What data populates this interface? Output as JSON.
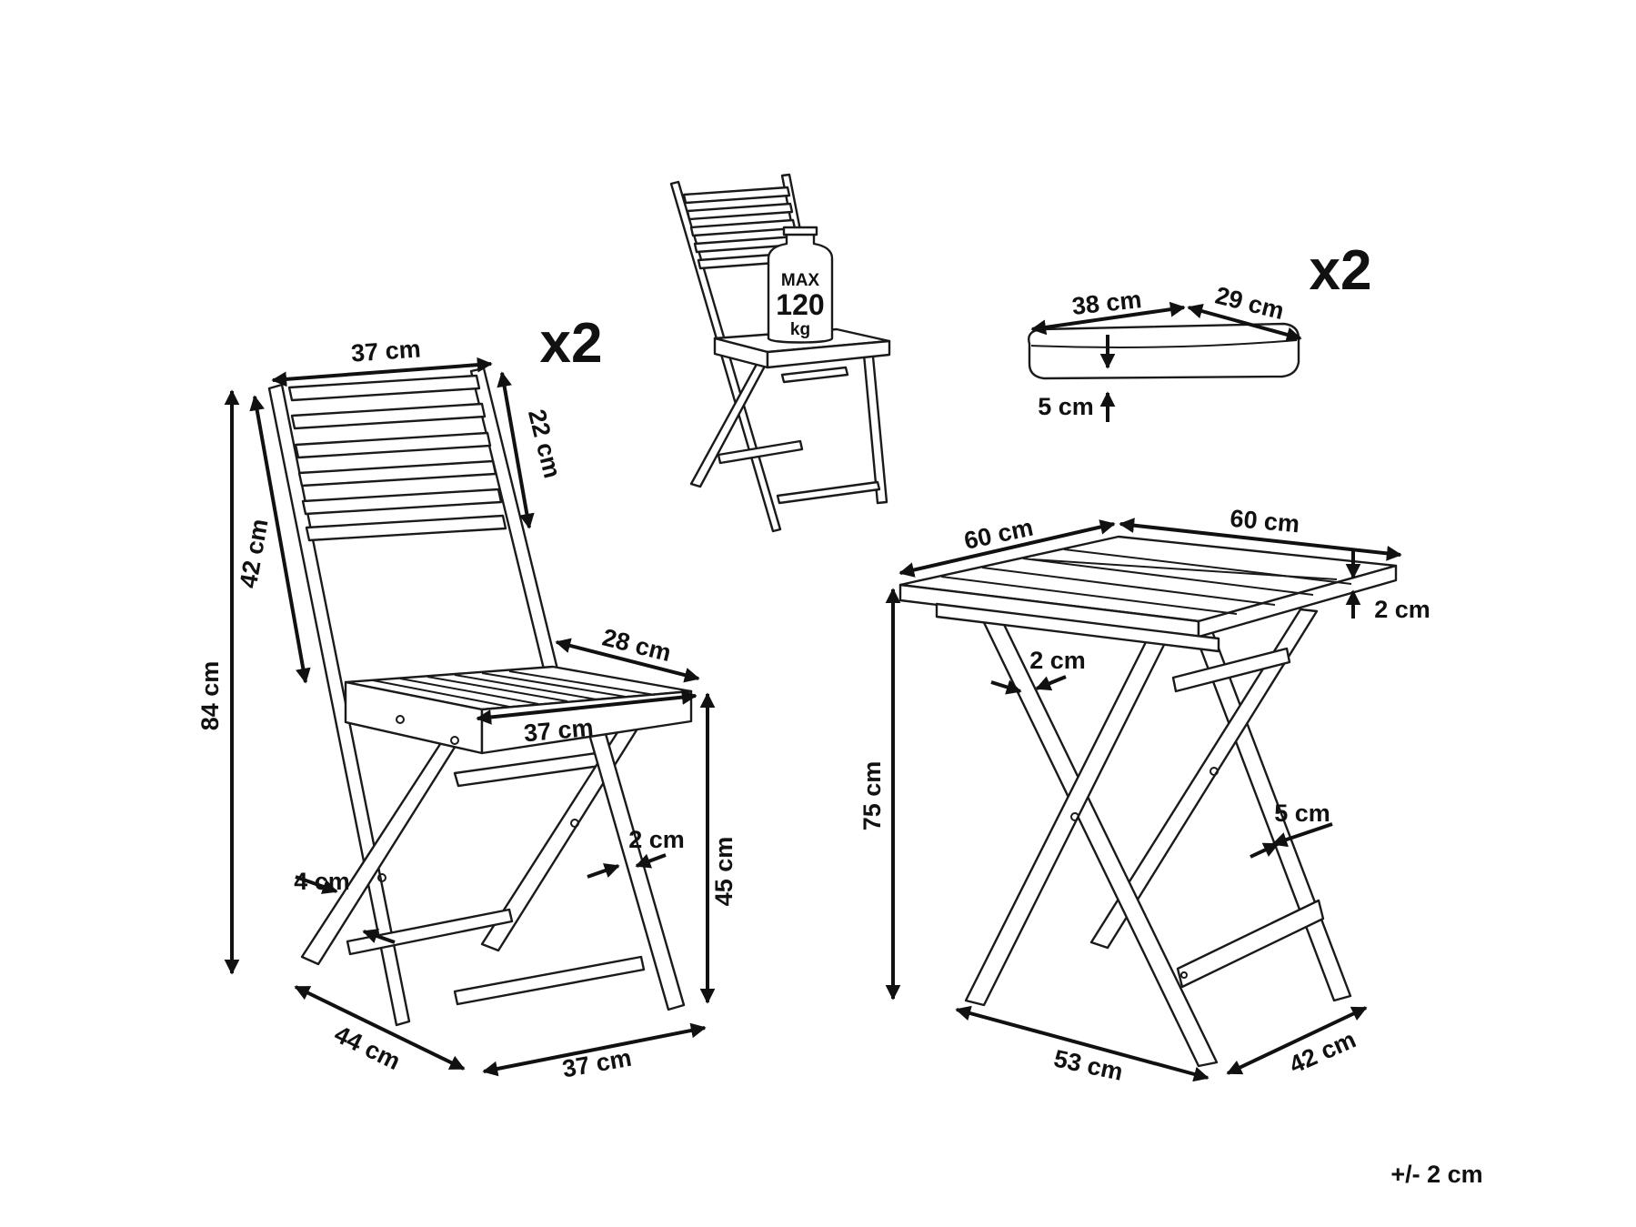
{
  "chair": {
    "multiplier": "x2",
    "dims": {
      "back_width": "37 cm",
      "back_height": "22 cm",
      "back_depth": "42 cm",
      "total_height": "84 cm",
      "seat_depth": "28 cm",
      "seat_width": "37 cm",
      "seat_height": "45 cm",
      "leg_a": "4 cm",
      "leg_b": "2 cm",
      "base_depth": "44 cm",
      "base_width": "37 cm"
    }
  },
  "load": {
    "label_top": "MAX",
    "value": "120",
    "unit": "kg"
  },
  "cushion": {
    "multiplier": "x2",
    "dims": {
      "length": "38 cm",
      "width": "29 cm",
      "thickness": "5 cm"
    }
  },
  "table": {
    "dims": {
      "top_depth": "60 cm",
      "top_width": "60 cm",
      "top_thickness": "2 cm",
      "leg_thickness": "2 cm",
      "height": "75 cm",
      "leg_width": "5 cm",
      "base_width": "53 cm",
      "base_depth": "42 cm"
    }
  },
  "tolerance": "+/- 2 cm"
}
